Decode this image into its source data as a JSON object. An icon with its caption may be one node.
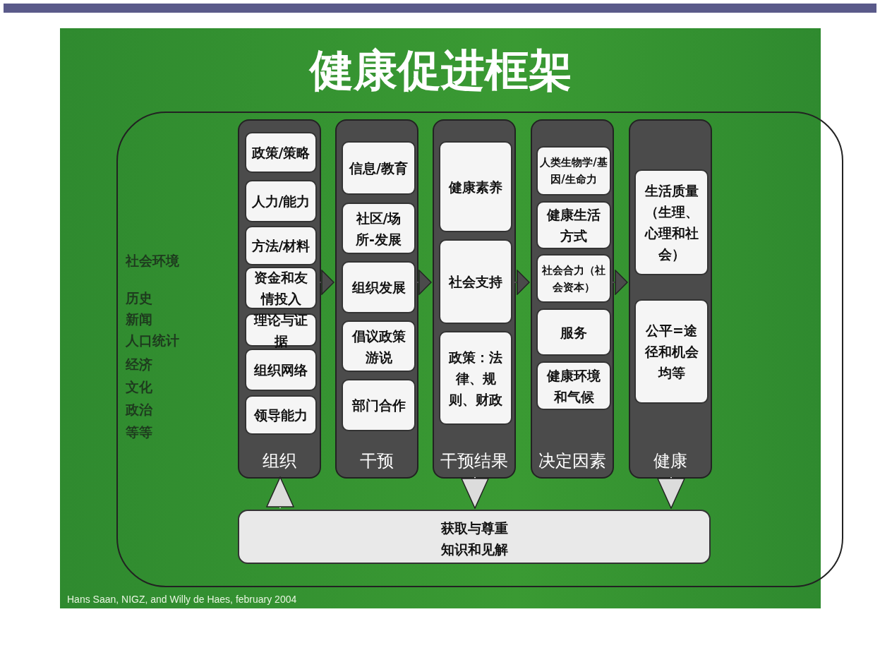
{
  "diagram": {
    "title": "健康促进框架",
    "caption": "Hans Saan, NIGZ, and Willy de Haes, february 2004",
    "nodes": [
      {
        "text": [
          "社会环境",
          "历史",
          "新闻",
          "人口统计",
          "经济",
          "文化",
          "政治",
          "等等"
        ]
      },
      {
        "text": [
          "组织"
        ],
        "in": 0
      },
      {
        "text": [
          "政策/策略"
        ],
        "in": 1
      },
      {
        "text": [
          "人力/能力"
        ],
        "in": 1
      },
      {
        "text": [
          "方法/材料"
        ],
        "in": 1
      },
      {
        "text": [
          "资金和友情投入"
        ],
        "in": 1
      },
      {
        "text": [
          "理论与证据"
        ],
        "in": 1
      },
      {
        "text": [
          "组织网络"
        ],
        "in": 1
      },
      {
        "text": [
          "领导能力"
        ],
        "in": 1
      },
      {
        "text": [
          "干预"
        ],
        "in": 0
      },
      {
        "text": [
          "信息/教育"
        ],
        "in": 9
      },
      {
        "text": [
          "社区/场所-发展"
        ],
        "in": 9
      },
      {
        "text": [
          "组织发展"
        ],
        "in": 9
      },
      {
        "text": [
          "倡议政策游说"
        ],
        "in": 9
      },
      {
        "text": [
          "部门合作"
        ],
        "in": 9
      },
      {
        "text": [
          "干预结果"
        ],
        "in": 0
      },
      {
        "text": [
          "健康素养"
        ],
        "in": 15
      },
      {
        "text": [
          "社会支持"
        ],
        "in": 15
      },
      {
        "text": [
          "政策：法律、规则、财政"
        ],
        "in": 15
      },
      {
        "text": [
          "决定因素"
        ],
        "in": 0
      },
      {
        "text": [
          "人类生物学/基因/生命力"
        ],
        "in": 19
      },
      {
        "text": [
          "健康生活方式"
        ],
        "in": 19
      },
      {
        "text": [
          "社会合力（社会资本）"
        ],
        "in": 19
      },
      {
        "text": [
          "服务"
        ],
        "in": 19
      },
      {
        "text": [
          "健康环境和气候"
        ],
        "in": 19
      },
      {
        "text": [
          "健康"
        ],
        "in": 0
      },
      {
        "text": [
          "生活质量（生理、心理和社会）"
        ],
        "in": 25
      },
      {
        "text": [
          "公平=途径和机会均等"
        ],
        "in": 25
      },
      {
        "text": [
          "获取与尊重",
          "知识和见解"
        ],
        "in": 0
      }
    ],
    "edges": [
      {
        "from": 1,
        "to": 9,
        "arrow": "to"
      },
      {
        "from": 9,
        "to": 15,
        "arrow": "to"
      },
      {
        "from": 15,
        "to": 19,
        "arrow": "to"
      },
      {
        "from": 19,
        "to": 25,
        "arrow": "to"
      },
      {
        "from": 28,
        "to": 1,
        "arrow": "to",
        "color": "#dcdcdc"
      },
      {
        "from": 15,
        "to": 28,
        "arrow": "to",
        "color": "#dcdcdc"
      },
      {
        "from": 25,
        "to": 28,
        "arrow": "to",
        "color": "#dcdcdc"
      }
    ]
  }
}
